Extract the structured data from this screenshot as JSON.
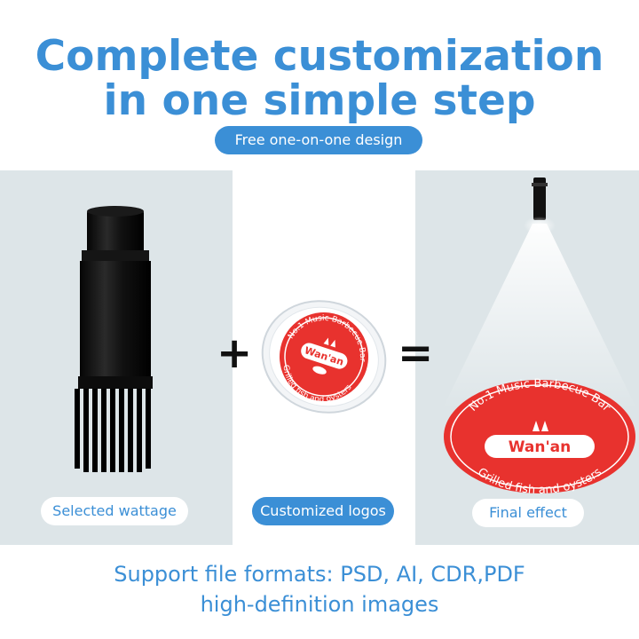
{
  "header": {
    "line1": "Complete customization",
    "line2": "in one simple step",
    "tag": "Free one-on-one design"
  },
  "steps": {
    "wattage_label": "Selected wattage",
    "logo_label": "Customized logos",
    "result_label": "Final effect",
    "plus": "+",
    "equals": "="
  },
  "logo": {
    "top_text": "No.1 Music Barbecue Bar",
    "brand": "Wan'an",
    "bottom_text": "Grilled fish and oysters"
  },
  "footer": {
    "line1": "Support file formats: PSD, AI, CDR,PDF",
    "line2": "high-definition images"
  },
  "colors": {
    "accent": "#3b8fd6",
    "logo_red": "#e8322e",
    "panel_gray": "#dde5e8"
  }
}
